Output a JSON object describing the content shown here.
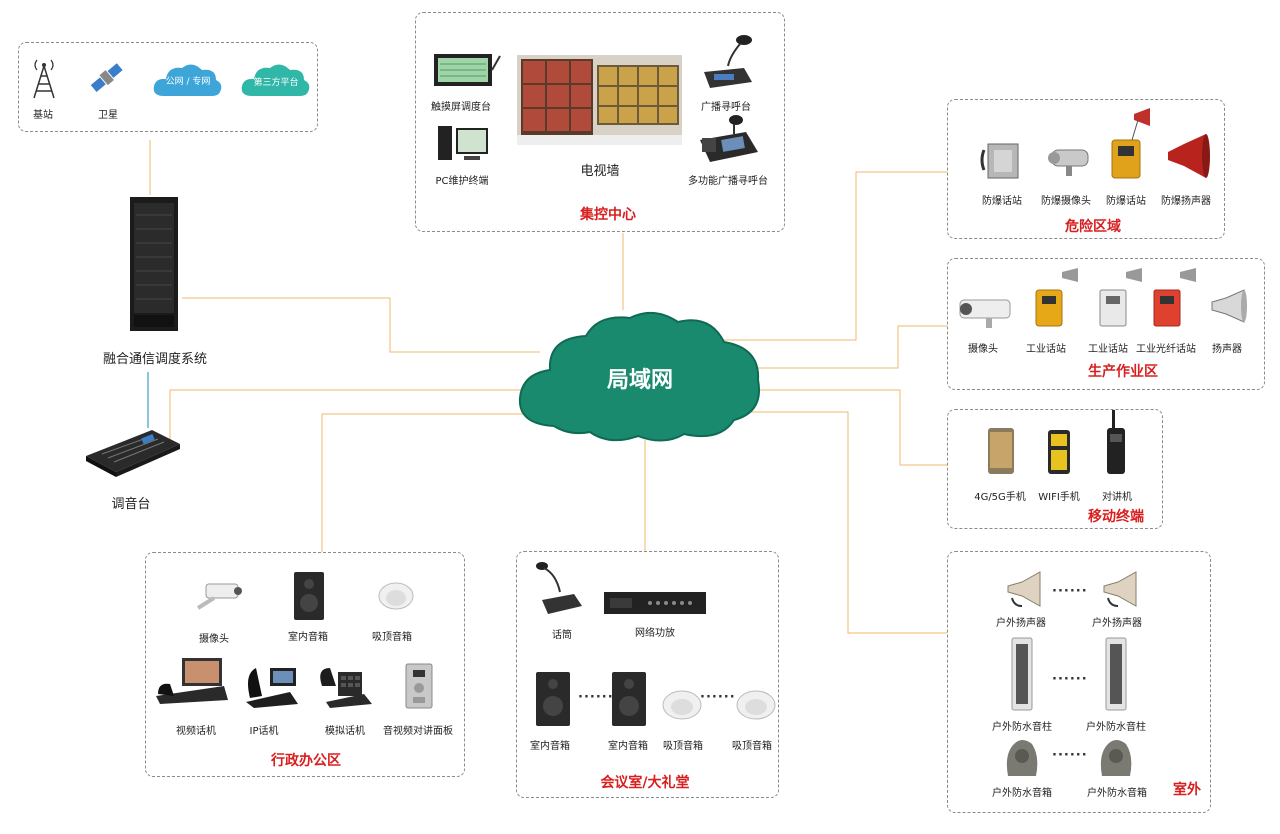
{
  "center": {
    "label": "局域网",
    "color": "#1a8a6e"
  },
  "colors": {
    "wire": "#f2b86b",
    "wire_blue": "#3aa0c8",
    "title_red": "#d81e1e",
    "cloud_blue": "#3ea5d9",
    "cloud_green": "#31b7a8"
  },
  "external": {
    "base_station": "基站",
    "satellite": "卫星",
    "public_net": "公网 / 专网",
    "third_party": "第三方平台"
  },
  "dispatch_system": {
    "label": "融合通信调度系统"
  },
  "mixer": {
    "label": "调音台"
  },
  "control_center": {
    "title": "集控中心",
    "touch_console": "触摸屏调度台",
    "pc_terminal": "PC维护终端",
    "tv_wall": "电视墙",
    "paging_console": "广播寻呼台",
    "multi_paging": "多功能广播寻呼台"
  },
  "hazard_zone": {
    "title": "危险区域",
    "items": [
      "防爆话站",
      "防爆摄像头",
      "防爆话站",
      "防爆扬声器"
    ]
  },
  "production_zone": {
    "title": "生产作业区",
    "items": [
      "摄像头",
      "工业话站",
      "工业话站",
      "工业光纤话站",
      "扬声器"
    ]
  },
  "mobile": {
    "title": "移动终端",
    "items": [
      "4G/5G手机",
      "WIFI手机",
      "对讲机"
    ]
  },
  "office": {
    "title": "行政办公区",
    "camera": "摄像头",
    "indoor_speaker": "室内音箱",
    "ceiling_speaker": "吸顶音箱",
    "video_phone": "视频话机",
    "ip_phone": "IP话机",
    "analog_phone": "模拟话机",
    "intercom_panel": "音视频对讲面板"
  },
  "meeting": {
    "title": "会议室/大礼堂",
    "mic": "话筒",
    "amplifier": "网络功放",
    "indoor_speaker_1": "室内音箱",
    "indoor_speaker_2": "室内音箱",
    "ceiling_1": "吸顶音箱",
    "ceiling_2": "吸顶音箱",
    "dots": "······"
  },
  "outdoor": {
    "title": "室外",
    "horn_1": "户外扬声器",
    "horn_2": "户外扬声器",
    "column_1": "户外防水音柱",
    "column_2": "户外防水音柱",
    "rock_1": "户外防水音箱",
    "rock_2": "户外防水音箱",
    "dots": "······"
  }
}
